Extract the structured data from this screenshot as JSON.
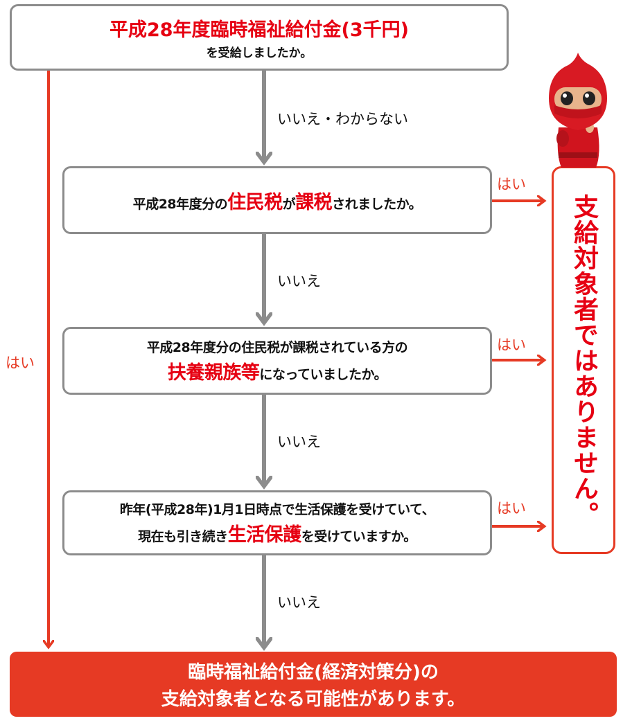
{
  "q1": {
    "title": "平成28年度臨時福祉給付金(3千円)",
    "sub": "を受給しましたか。"
  },
  "q2": {
    "pre": "平成28年度分の",
    "hl1": "住民税",
    "mid": "が",
    "hl2": "課税",
    "post": "されましたか。"
  },
  "q3": {
    "line1": "平成28年度分の住民税が課税されている方の",
    "hl": "扶養親族等",
    "post": "になっていましたか。"
  },
  "q4": {
    "line1": "昨年(平成28年)1月1日時点で生活保護を受けていて、",
    "pre": "現在も引き続き",
    "hl": "生活保護",
    "post": "を受けていますか。"
  },
  "labels": {
    "no_unknown": "いいえ・わからない",
    "no": "いいえ",
    "yes": "はい"
  },
  "not_eligible": "支給対象者ではありません。",
  "result": {
    "line1": "臨時福祉給付金(経済対策分)の",
    "line2": "支給対象者となる可能性があります。"
  },
  "colors": {
    "accent_red": "#e63a24",
    "text_red": "#e60012",
    "gray": "#8c8c8c"
  },
  "mascot": "red-hooded-mascot"
}
